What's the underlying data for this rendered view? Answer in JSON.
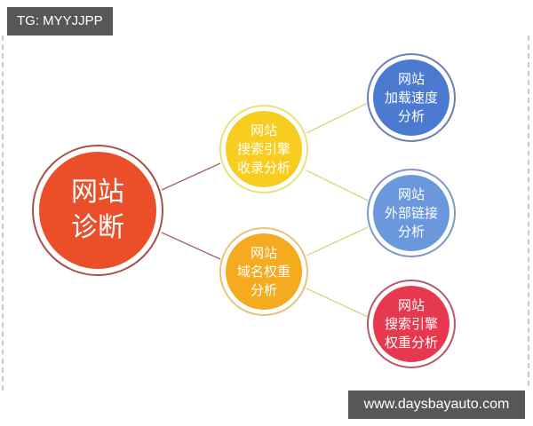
{
  "watermarks": {
    "tg_label": "TG: MYYJJPP",
    "site_url": "www.daysbayauto.com"
  },
  "diagram": {
    "root": {
      "lines": [
        "网站",
        "诊断"
      ],
      "color": "#ea4f2a"
    },
    "level1": [
      {
        "lines": [
          "网站",
          "搜索引擎",
          "收录分析"
        ],
        "color": "#f7cd1f"
      },
      {
        "lines": [
          "网站",
          "域名权重",
          "分析"
        ],
        "color": "#f5ab1f"
      }
    ],
    "level2": [
      {
        "lines": [
          "网站",
          "加载速度",
          "分析"
        ],
        "color": "#4b7ad0"
      },
      {
        "lines": [
          "网站",
          "外部链接",
          "分析"
        ],
        "color": "#6b97dc"
      },
      {
        "lines": [
          "网站",
          "搜索引擎",
          "权重分析"
        ],
        "color": "#e6384f"
      }
    ],
    "edges": [
      {
        "from": "root",
        "to": "level1.0",
        "color": "#a8504a"
      },
      {
        "from": "root",
        "to": "level1.1",
        "color": "#a8504a"
      },
      {
        "from": "level1.0",
        "to": "level2.0",
        "color": "#e0d27a"
      },
      {
        "from": "level1.0",
        "to": "level2.1",
        "color": "#e0d27a"
      },
      {
        "from": "level1.1",
        "to": "level2.1",
        "color": "#e0d27a"
      },
      {
        "from": "level1.1",
        "to": "level2.2",
        "color": "#e0d27a"
      }
    ]
  }
}
